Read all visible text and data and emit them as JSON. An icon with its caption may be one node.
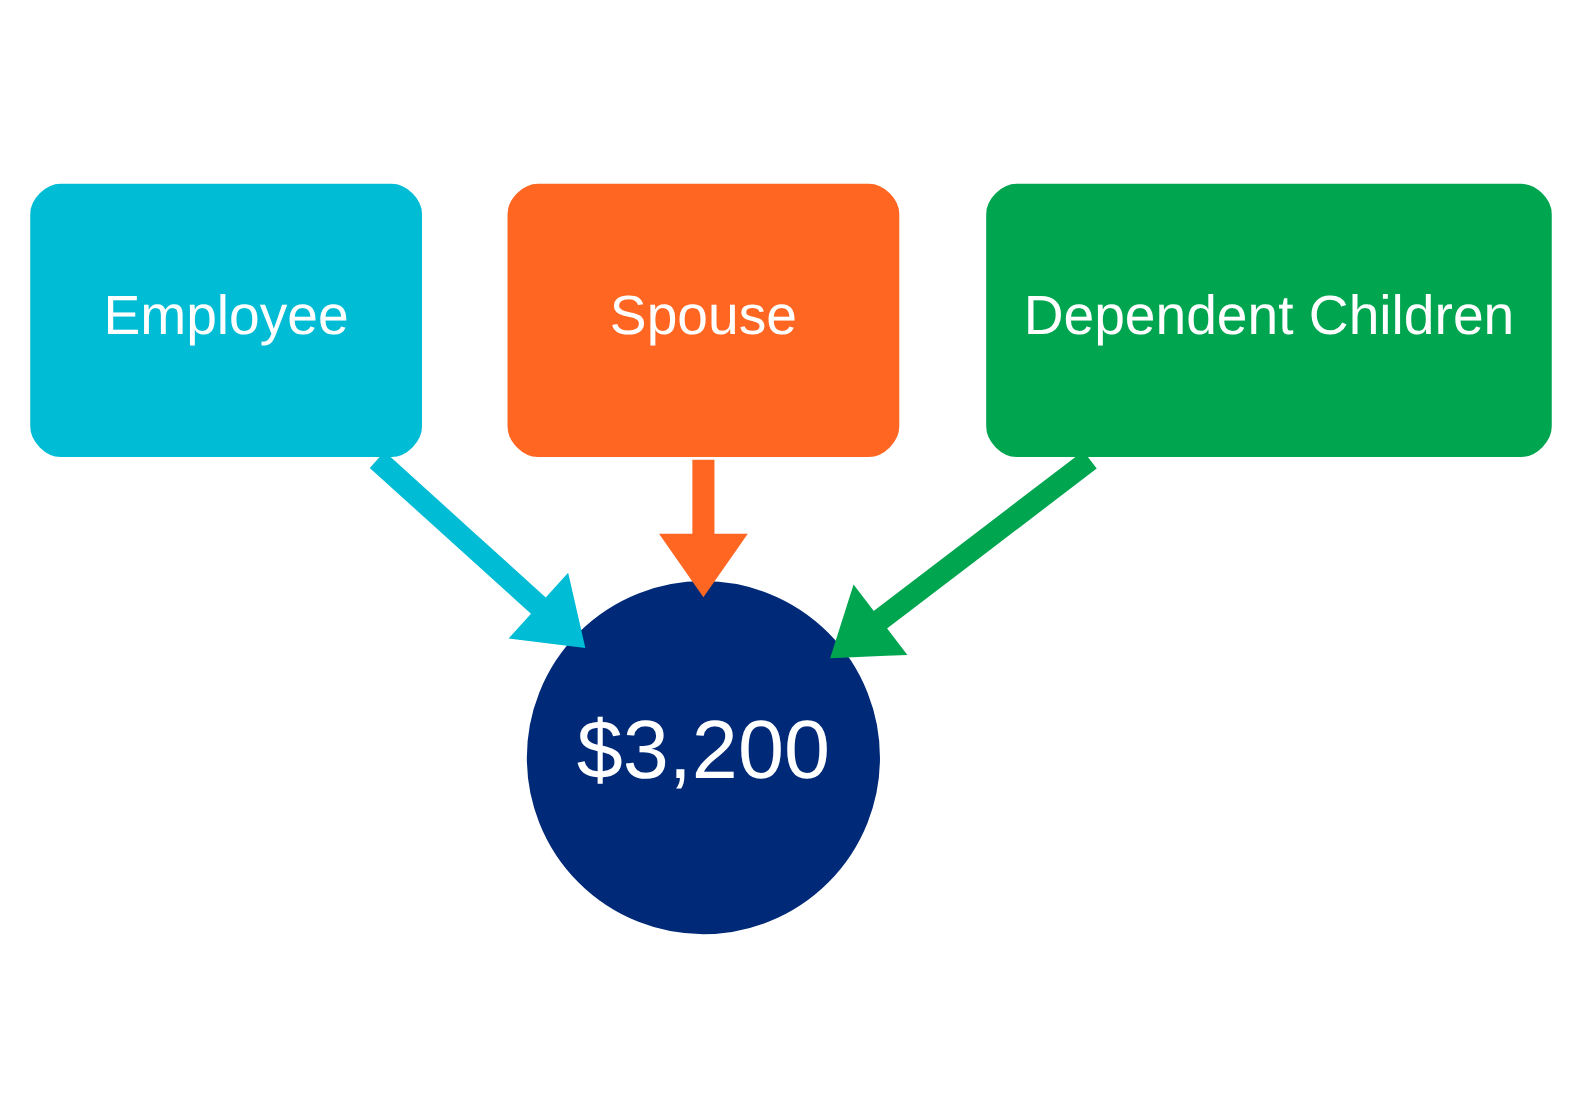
{
  "diagram": {
    "nodes": [
      {
        "text": [
          "Employee"
        ]
      },
      {
        "text": [
          "Spouse"
        ]
      },
      {
        "text": [
          "Dependent Children"
        ]
      },
      {
        "text": [
          "$3,200"
        ]
      }
    ],
    "edges": [
      {
        "from": 0,
        "to": 3,
        "arrow": "to",
        "color": "#00bcd4"
      },
      {
        "from": 1,
        "to": 3,
        "arrow": "to",
        "color": "#ff6622"
      },
      {
        "from": 2,
        "to": 3,
        "arrow": "to",
        "color": "#00a550"
      }
    ]
  }
}
